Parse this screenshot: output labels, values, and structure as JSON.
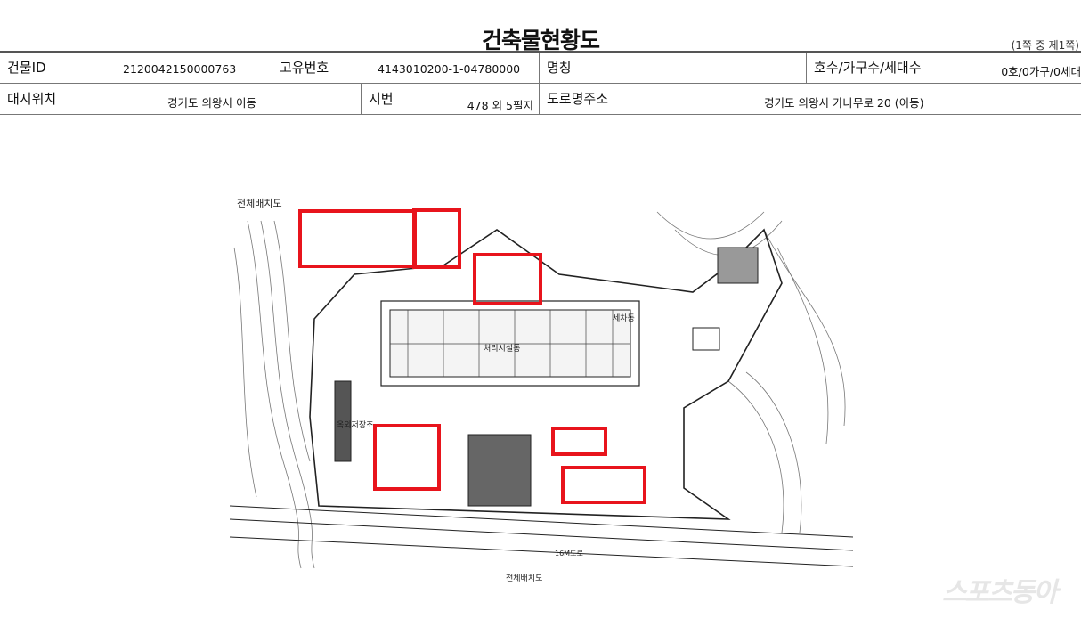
{
  "document": {
    "title": "건축물현황도",
    "page_info": "(1쪽 중 제1쪽)"
  },
  "table": {
    "building_id": {
      "label": "건물ID",
      "value": "2120042150000763"
    },
    "unique_no": {
      "label": "고유번호",
      "value": "4143010200-1-04780000"
    },
    "name": {
      "label": "명칭",
      "value": ""
    },
    "units": {
      "label": "호수/가구수/세대수",
      "value": "0호/0가구/0세대"
    },
    "site": {
      "label": "대지위치",
      "value": "경기도 의왕시 이동"
    },
    "lot": {
      "label": "지번",
      "value": "478 외 5필지"
    },
    "road_address": {
      "label": "도로명주소",
      "value": "경기도 의왕시 가나무로 20 (이동)"
    }
  },
  "drawing": {
    "title": "전체배치도",
    "bottom_title": "전체배치도",
    "labels": {
      "wash": "세차동",
      "treatment": "처리시설동",
      "storage": "옥외저장조",
      "road": "16M도로"
    },
    "highlight_color": "#e8141c"
  },
  "watermark": {
    "logo": "스포츠동아"
  }
}
